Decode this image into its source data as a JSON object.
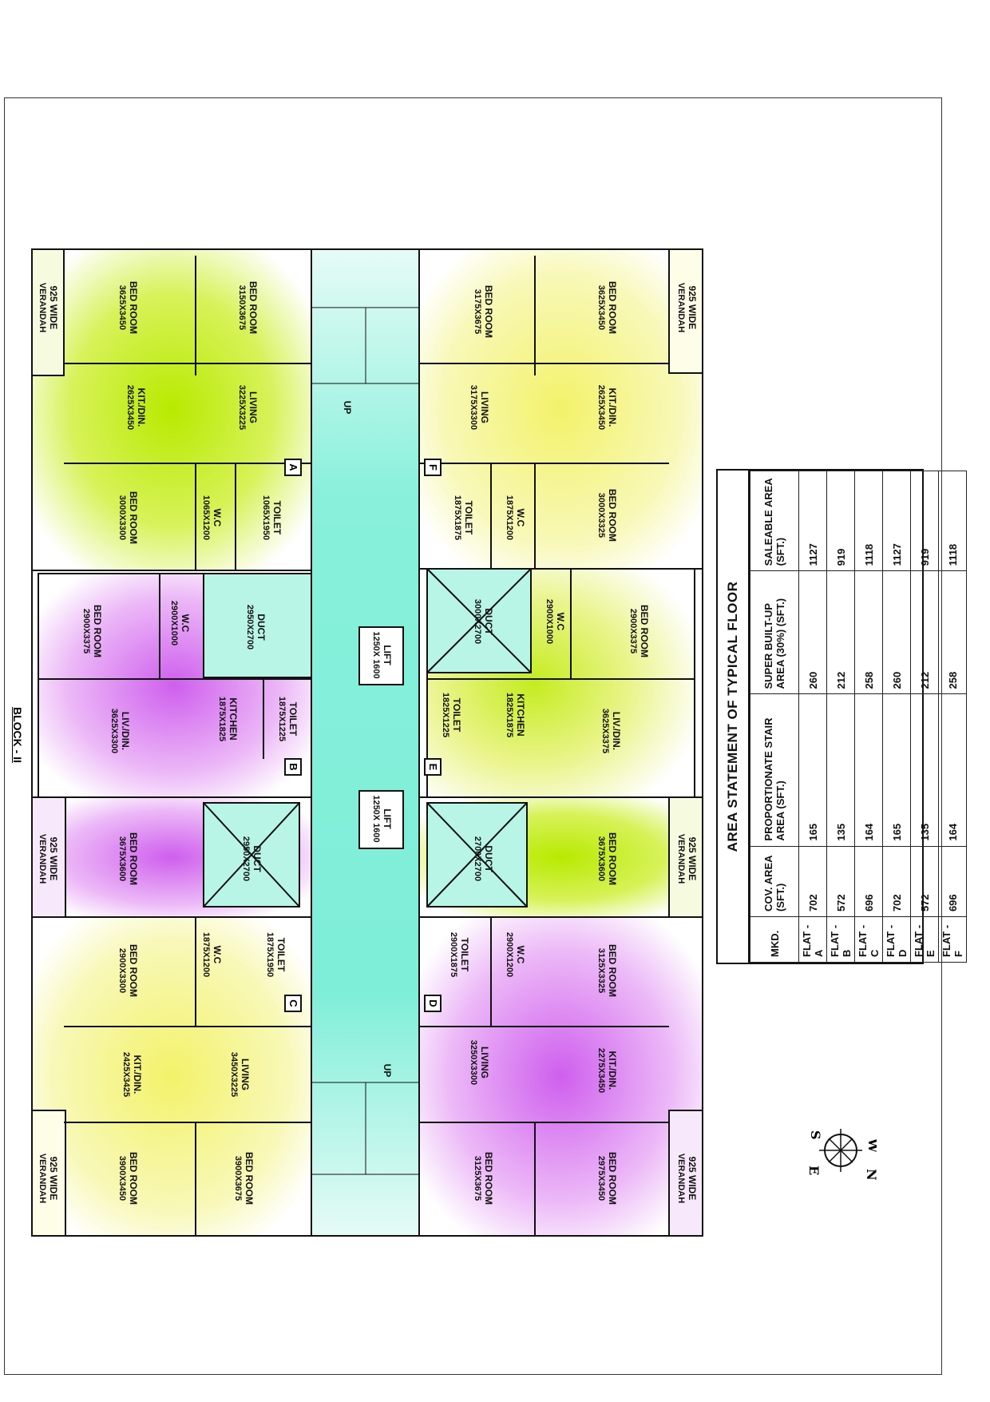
{
  "block_label": "BLOCK - II",
  "flats": [
    {
      "id": "A",
      "label": "A"
    },
    {
      "id": "B",
      "label": "B"
    },
    {
      "id": "C",
      "label": "C"
    },
    {
      "id": "D",
      "label": "D"
    },
    {
      "id": "E",
      "label": "E"
    },
    {
      "id": "F",
      "label": "F"
    }
  ],
  "rooms": {
    "a_verandah": {
      "name": "925 WIDE",
      "dim": "VERANDAH"
    },
    "a_bed1": {
      "name": "BED ROOM",
      "dim": "3625X3450"
    },
    "a_bed2": {
      "name": "BED ROOM",
      "dim": "3150X3675"
    },
    "a_kit": {
      "name": "KIT./DIN.",
      "dim": "2625X3450"
    },
    "a_living": {
      "name": "LIVING",
      "dim": "3225X3225"
    },
    "a_bed3": {
      "name": "BED ROOM",
      "dim": "3000X3300"
    },
    "a_wc": {
      "name": "W.C",
      "dim": "1065X1200"
    },
    "a_toilet": {
      "name": "TOILET",
      "dim": "1065X1950"
    },
    "b_bed1": {
      "name": "BED ROOM",
      "dim": "2900X3375"
    },
    "b_wc": {
      "name": "W.C",
      "dim": "2900X1000"
    },
    "b_duct": {
      "name": "DUCT",
      "dim": "2950X2700"
    },
    "b_kitchen": {
      "name": "KITCHEN",
      "dim": "1875X1825"
    },
    "b_toilet": {
      "name": "TOILET",
      "dim": "1875X1225"
    },
    "b_liv": {
      "name": "LIV./DIN.",
      "dim": "3625X3300"
    },
    "b_bed2": {
      "name": "BED ROOM",
      "dim": "3675X3600"
    },
    "b_verandah": {
      "name": "925 WIDE",
      "dim": "VERANDAH"
    },
    "duct_left2": {
      "name": "DUCT",
      "dim": "2950X2700"
    },
    "c_toilet": {
      "name": "TOILET",
      "dim": "1875X1950"
    },
    "c_wc": {
      "name": "W.C",
      "dim": "1875X1200"
    },
    "c_bed1": {
      "name": "BED ROOM",
      "dim": "2900X3300"
    },
    "c_living": {
      "name": "LIVING",
      "dim": "3450X3225"
    },
    "c_kit": {
      "name": "KIT./DIN.",
      "dim": "2425X3425"
    },
    "c_bed2": {
      "name": "BED ROOM",
      "dim": "3900X3450"
    },
    "c_bed3": {
      "name": "BED ROOM",
      "dim": "3900X3675"
    },
    "c_verandah": {
      "name": "925 WIDE",
      "dim": "VERANDAH"
    },
    "f_bed1": {
      "name": "BED ROOM",
      "dim": "3625X3450"
    },
    "f_bed2": {
      "name": "BED ROOM",
      "dim": "3175X3675"
    },
    "f_kit": {
      "name": "KIT./DIN.",
      "dim": "2625X3450"
    },
    "f_living": {
      "name": "LIVING",
      "dim": "3175X3300"
    },
    "f_bed3": {
      "name": "BED ROOM",
      "dim": "3000X3325"
    },
    "f_wc": {
      "name": "W.C",
      "dim": "1875X1200"
    },
    "f_toilet": {
      "name": "TOILET",
      "dim": "1875X1875"
    },
    "f_verandah": {
      "name": "925 WIDE",
      "dim": "VERANDAH"
    },
    "e_duct": {
      "name": "DUCT",
      "dim": "3000X2700"
    },
    "e_wc": {
      "name": "W.C",
      "dim": "2900X1000"
    },
    "e_bed1": {
      "name": "BED ROOM",
      "dim": "2900X3375"
    },
    "e_kitchen": {
      "name": "KITCHEN",
      "dim": "1825X1875"
    },
    "e_toilet": {
      "name": "TOILET",
      "dim": "1825X1225"
    },
    "e_liv": {
      "name": "LIV./DIN.",
      "dim": "3625X3375"
    },
    "e_bed2": {
      "name": "BED ROOM",
      "dim": "3675X3600"
    },
    "e_verandah": {
      "name": "925 WIDE",
      "dim": "VERANDAH"
    },
    "e_duct2": {
      "name": "DUCT",
      "dim": "2700X2700"
    },
    "lift1": {
      "name": "LIFT",
      "dim": "1250X 1600"
    },
    "lift2": {
      "name": "LIFT",
      "dim": "1250X 1600"
    },
    "d_toilet": {
      "name": "TOILET",
      "dim": "2900X1875"
    },
    "d_wc": {
      "name": "W.C",
      "dim": "2900X1200"
    },
    "d_bed1": {
      "name": "BED ROOM",
      "dim": "3125X3325"
    },
    "d_living": {
      "name": "LIVING",
      "dim": "3250X3300"
    },
    "d_kit": {
      "name": "KIT./DIN.",
      "dim": "2275X3450"
    },
    "d_bed2": {
      "name": "BED ROOM",
      "dim": "3125X3675"
    },
    "d_bed3": {
      "name": "BED ROOM",
      "dim": "2975X3450"
    },
    "d_verandah": {
      "name": "925 WIDE",
      "dim": "VERANDAH"
    }
  },
  "stairs": {
    "up1": "UP",
    "up2": "UP"
  },
  "compass": {
    "w": "W",
    "s": "S",
    "n": "N",
    "e": "E"
  },
  "area_table": {
    "title": "AREA STATEMENT OF TYPICAL FLOOR",
    "headers": [
      "MKD.",
      "COV. AREA (SFT.)",
      "PROPORTIONATE STAIR AREA (SFT.)",
      "SUPER BUILT-UP AREA (30%) (SFT.)",
      "SALEABLE AREA (SFT.)"
    ],
    "rows": [
      [
        "FLAT - A",
        "702",
        "165",
        "260",
        "1127"
      ],
      [
        "FLAT - B",
        "572",
        "135",
        "212",
        "919"
      ],
      [
        "FLAT - C",
        "696",
        "164",
        "258",
        "1118"
      ],
      [
        "FLAT - D",
        "702",
        "165",
        "260",
        "1127"
      ],
      [
        "FLAT - E",
        "572",
        "135",
        "212",
        "919"
      ],
      [
        "FLAT - F",
        "696",
        "164",
        "258",
        "1118"
      ]
    ]
  },
  "colors": {
    "corridor": "#7ff0d8",
    "lime": "#c7ef1a",
    "yellow": "#f6f58e",
    "violet": "#d877f0",
    "duct": "#b9f5e6"
  }
}
